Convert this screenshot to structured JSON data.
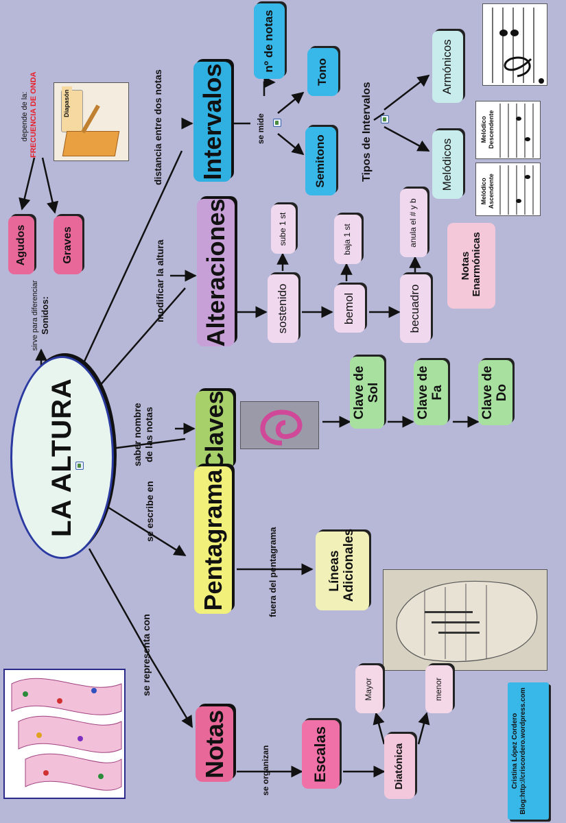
{
  "title": "LA ALTURA",
  "branches": {
    "intervalos": {
      "label": "Intervalos",
      "link": "distancia entre dos notas",
      "se_mide": "se mide",
      "num_notas": "nº de notas",
      "tono": "Tono",
      "semitono": "Semitono",
      "tipos": "Tipos de Intervalos",
      "armonicos": "Armónicos",
      "melodicos": "Melódicos",
      "mel_desc": "Melódico Descendente",
      "mel_asc": "Melódico Ascendente"
    },
    "alteraciones": {
      "label": "Alteraciones",
      "link": "modificar la altura",
      "sostenido": "sostenido",
      "bemol": "bemol",
      "becuadro": "becuadro",
      "sube": "sube 1 st",
      "baja": "baja 1 st",
      "anula": "anula el # y b",
      "enarmonicas": "Notas Enarmónicas"
    },
    "claves": {
      "label": "Claves",
      "link_line1": "saber nombre",
      "link_line2": "de las notas",
      "sol": "Clave de Sol",
      "fa": "Clave de Fa",
      "do": "Clave de Do"
    },
    "pentagrama": {
      "label": "Pentagrama",
      "link": "se escribe en",
      "fuera": "fuera del pentagrama",
      "lineas": "Líneas Adicionales"
    },
    "notas": {
      "label": "Notas",
      "link": "se representa con",
      "organizan": "se organizan",
      "escalas": "Escalas",
      "diatonica": "Diatónica",
      "mayor": "Mayor",
      "menor": "menor"
    }
  },
  "sonidos": {
    "label_line1": "sirve para diferenciar",
    "label_line2": "Sonidos:",
    "agudos": "Agudos",
    "graves": "Graves",
    "depende": "depende de la:",
    "frecuencia": "FRECUENCIA DE ONDA",
    "diapason": "Diapasón"
  },
  "credit": {
    "author": "Cristina López Cordero",
    "blog": "Blog:http://criscordero.wordpress.com"
  },
  "colors": {
    "background": "#b7b7d8",
    "intervalos": "#2fb0e0",
    "alteraciones": "#c8a0d8",
    "claves": "#a8d06a",
    "pentagrama": "#f0f07a",
    "notas": "#e8689a",
    "frecuencia": "#e8202a"
  }
}
